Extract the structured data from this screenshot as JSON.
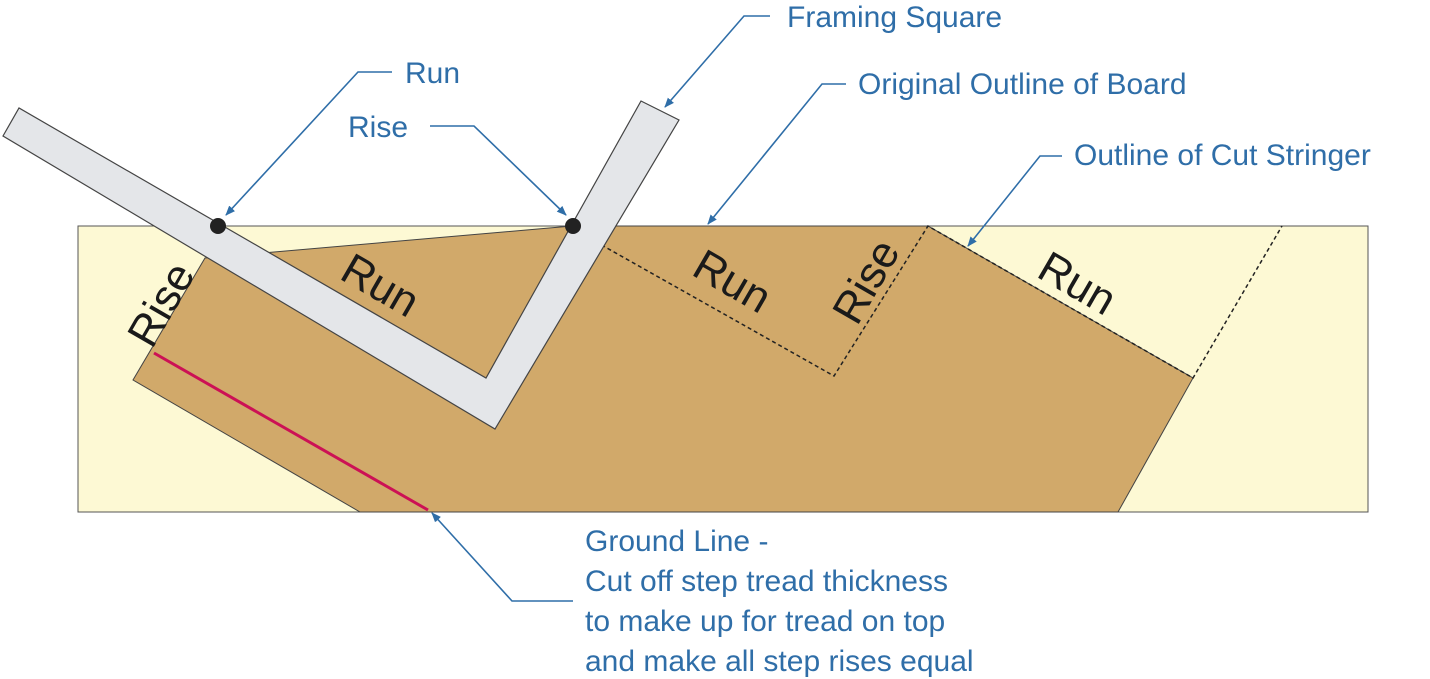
{
  "callouts": {
    "framing_square": "Framing Square",
    "run": "Run",
    "rise": "Rise",
    "original_outline": "Original Outline of Board",
    "cut_stringer": "Outline of Cut Stringer",
    "ground_line": [
      "Ground Line -",
      "Cut off step tread thickness",
      "to make up for tread on top",
      "and make all step rises equal"
    ]
  },
  "inner_labels": {
    "rise": "Rise",
    "run": "Run"
  },
  "colors": {
    "board": "#fdf9d4",
    "stringer": "#d1a96a",
    "square": "#e4e6e9",
    "ground_line": "#cc1155",
    "callout": "#2f6ea8"
  }
}
